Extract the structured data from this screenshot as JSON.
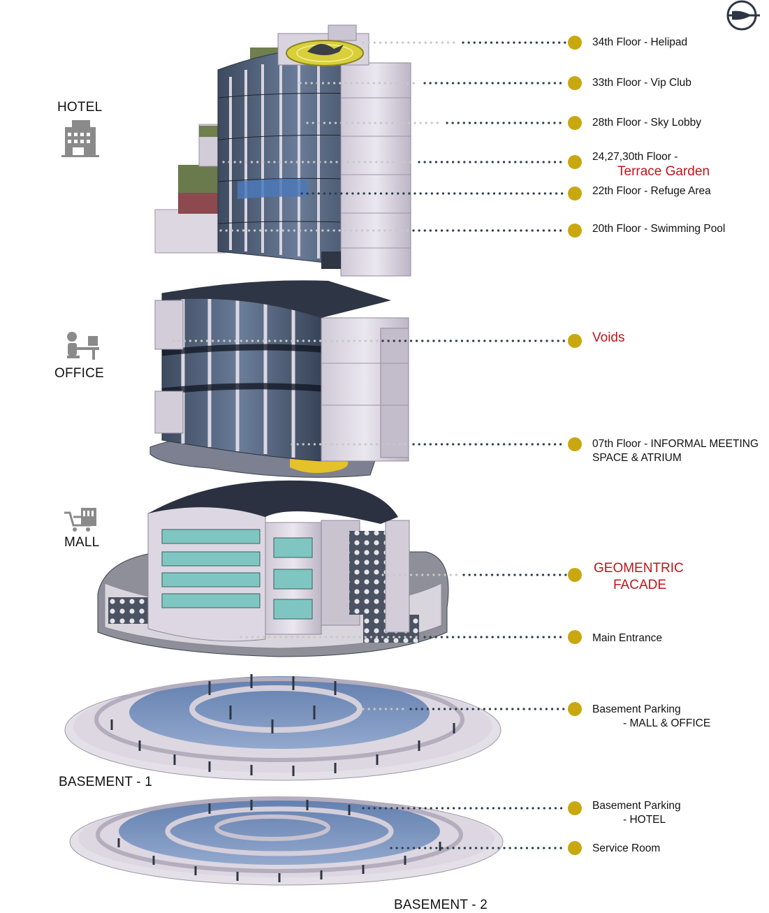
{
  "zones": [
    {
      "id": "hotel",
      "label": "HOTEL"
    },
    {
      "id": "office",
      "label": "OFFICE"
    },
    {
      "id": "mall",
      "label": "MALL"
    },
    {
      "id": "basement1",
      "label": "BASEMENT - 1"
    },
    {
      "id": "basement2",
      "label": "BASEMENT - 2"
    }
  ],
  "annotations": [
    {
      "id": "helipad",
      "line1": "34th Floor - Helipad",
      "line2": ""
    },
    {
      "id": "vip-club",
      "line1": "33th Floor - Vip Club",
      "line2": ""
    },
    {
      "id": "sky-lobby",
      "line1": "28th Floor - Sky Lobby",
      "line2": ""
    },
    {
      "id": "terrace-garden",
      "line1": "24,27,30th Floor -",
      "line2": "Terrace Garden"
    },
    {
      "id": "refuge-area",
      "line1": "22th Floor -  Refuge Area",
      "line2": ""
    },
    {
      "id": "swimming-pool",
      "line1": "20th Floor -  Swimming Pool",
      "line2": ""
    },
    {
      "id": "voids",
      "line1": "Voids",
      "line2": ""
    },
    {
      "id": "informal-meeting",
      "line1": "07th Floor -  INFORMAL MEETING",
      "line2": "SPACE & ATRIUM"
    },
    {
      "id": "geometric-facade",
      "line1": "GEOMENTRIC",
      "line2": "FACADE"
    },
    {
      "id": "main-entrance",
      "line1": "Main Entrance",
      "line2": ""
    },
    {
      "id": "basement-parking-mall",
      "line1": "Basement Parking",
      "line2": "-  MALL & OFFICE"
    },
    {
      "id": "basement-parking-hotel",
      "line1": "Basement Parking",
      "line2": "-  HOTEL"
    },
    {
      "id": "service-room",
      "line1": "Service Room",
      "line2": ""
    }
  ],
  "colors": {
    "marker": "#c9a80f",
    "leader_dark": "#2e3d4c",
    "leader_light": "#c8c8c8",
    "highlight_text": "#c0141a",
    "building_light": "#d9d4de",
    "building_mid": "#a8a0b2",
    "building_dark": "#3a4150",
    "glass": "#5e7fa8",
    "facade_teal": "#7fc6c2"
  },
  "icons": [
    "hotel-building-icon",
    "office-worker-icon",
    "mall-cart-icon",
    "compass-north-icon"
  ]
}
